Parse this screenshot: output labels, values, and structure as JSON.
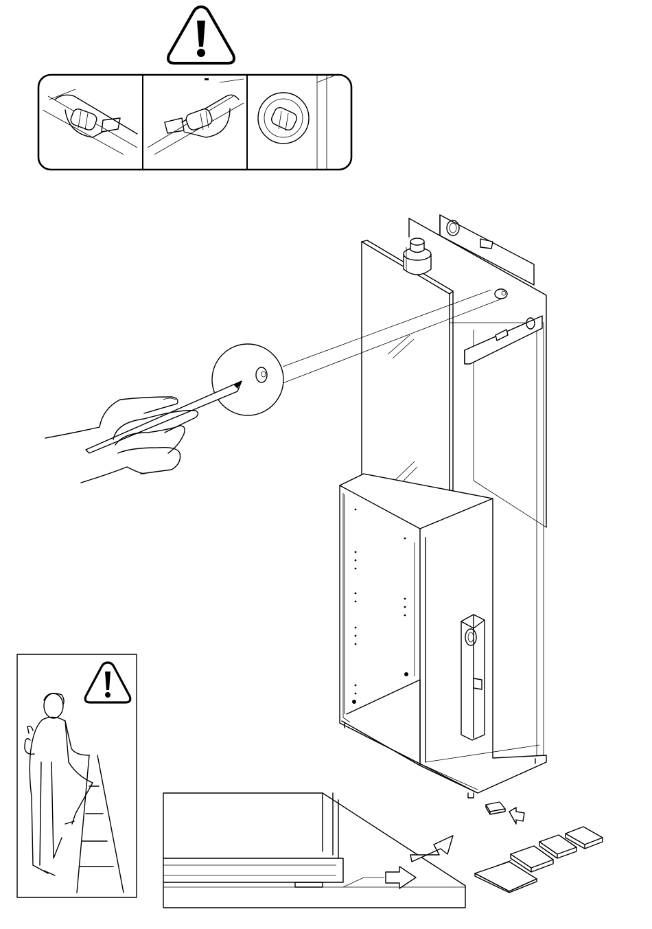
{
  "figure": {
    "icons": {
      "warning_top": "warning-triangle-icon",
      "warning_small": "warning-triangle-icon"
    },
    "level_panels": [
      "level-bubble-off-left",
      "level-bubble-off-right",
      "level-bubble-centered"
    ],
    "colors": {
      "ink": "#000000",
      "paper": "#ffffff"
    }
  }
}
